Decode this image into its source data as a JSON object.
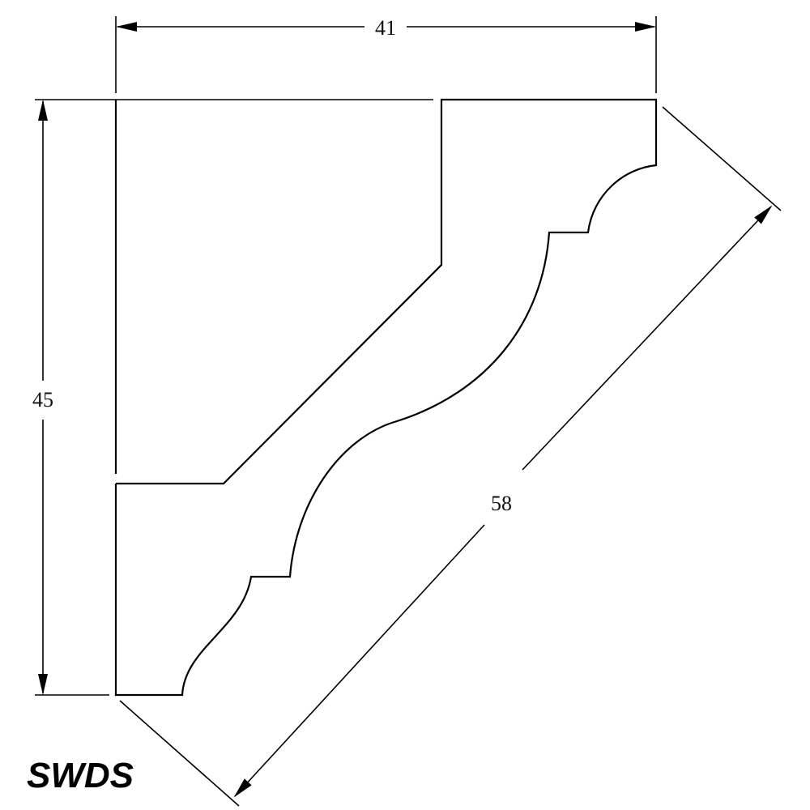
{
  "dimensions": {
    "width": "41",
    "height": "45",
    "diagonal": "58"
  },
  "brand": "SWDS",
  "colors": {
    "line": "#000000",
    "background": "#ffffff"
  }
}
